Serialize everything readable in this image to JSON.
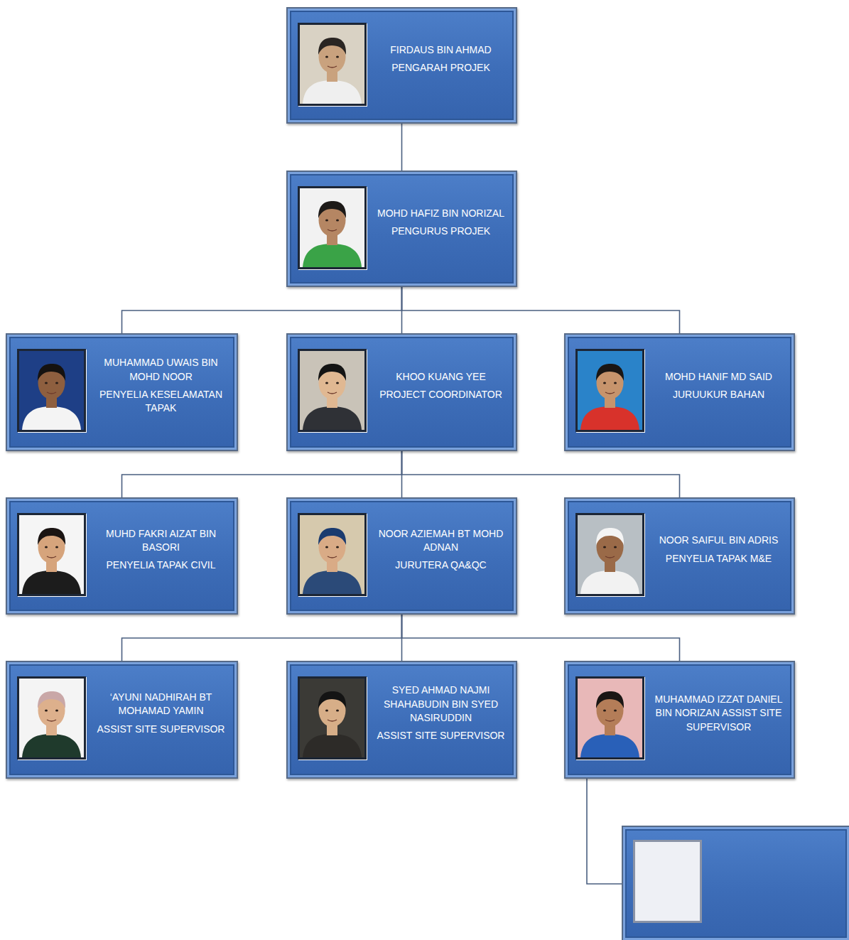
{
  "diagram": {
    "nodes": [
      {
        "text": [
          "FIRDAUS BIN AHMAD",
          "PENGARAH PROJEK"
        ]
      },
      {
        "text": [
          "MOHD HAFIZ BIN NORIZAL",
          "PENGURUS PROJEK"
        ]
      },
      {
        "text": [
          "MUHAMMAD UWAIS BIN MOHD NOOR",
          "PENYELIA KESELAMATAN TAPAK"
        ]
      },
      {
        "text": [
          "KHOO KUANG YEE",
          "PROJECT COORDINATOR"
        ]
      },
      {
        "text": [
          "MOHD HANIF MD SAID",
          "JURUUKUR BAHAN"
        ]
      },
      {
        "text": [
          "MUHD FAKRI AIZAT BIN BASORI",
          "PENYELIA TAPAK CIVIL"
        ]
      },
      {
        "text": [
          "NOOR AZIEMAH BT MOHD ADNAN",
          "JURUTERA QA&QC"
        ]
      },
      {
        "text": [
          "NOOR SAIFUL BIN ADRIS",
          "PENYELIA TAPAK M&E"
        ]
      },
      {
        "text": [
          "‘AYUNI NADHIRAH BT MOHAMAD YAMIN",
          "ASSIST SITE SUPERVISOR"
        ]
      },
      {
        "text": [
          "SYED AHMAD NAJMI SHAHABUDIN BIN SYED NASIRUDDIN",
          "ASSIST SITE SUPERVISOR"
        ]
      },
      {
        "text": [
          "MUHAMMAD IZZAT DANIEL BIN NORIZAN ASSIST SITE SUPERVISOR"
        ]
      }
    ],
    "edges": [
      {
        "from": 0,
        "to": 1,
        "arrow": "none"
      },
      {
        "from": 1,
        "to": 2,
        "arrow": "none"
      },
      {
        "from": 1,
        "to": 3,
        "arrow": "none"
      },
      {
        "from": 1,
        "to": 4,
        "arrow": "none"
      },
      {
        "from": 3,
        "to": 5,
        "arrow": "none"
      },
      {
        "from": 3,
        "to": 6,
        "arrow": "none"
      },
      {
        "from": 3,
        "to": 7,
        "arrow": "none"
      },
      {
        "from": 6,
        "to": 8,
        "arrow": "none"
      },
      {
        "from": 6,
        "to": 9,
        "arrow": "none"
      },
      {
        "from": 6,
        "to": 10,
        "arrow": "none"
      }
    ]
  }
}
